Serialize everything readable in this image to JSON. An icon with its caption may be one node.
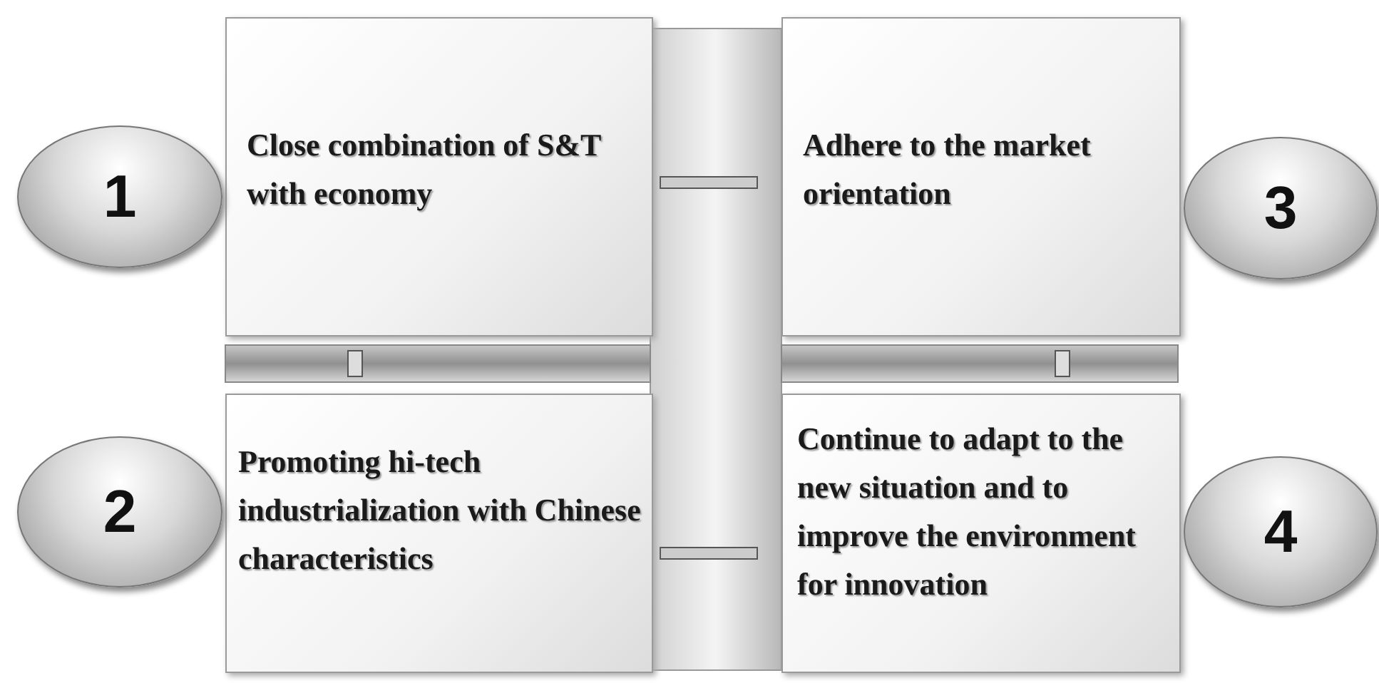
{
  "diagram": {
    "nodes": [
      {
        "text": [
          "1"
        ]
      },
      {
        "text": [
          "Close combination of S&T with economy"
        ]
      },
      {
        "text": [
          "Adhere to the market orientation"
        ]
      },
      {
        "text": [
          "3"
        ]
      },
      {
        "text": [
          "2"
        ]
      },
      {
        "text": [
          "Promoting hi-tech industrialization with Chinese characteristics"
        ]
      },
      {
        "text": [
          "Continue to adapt to the new situation and to improve the environment for innovation"
        ]
      },
      {
        "text": [
          "4"
        ]
      }
    ],
    "edges": []
  }
}
